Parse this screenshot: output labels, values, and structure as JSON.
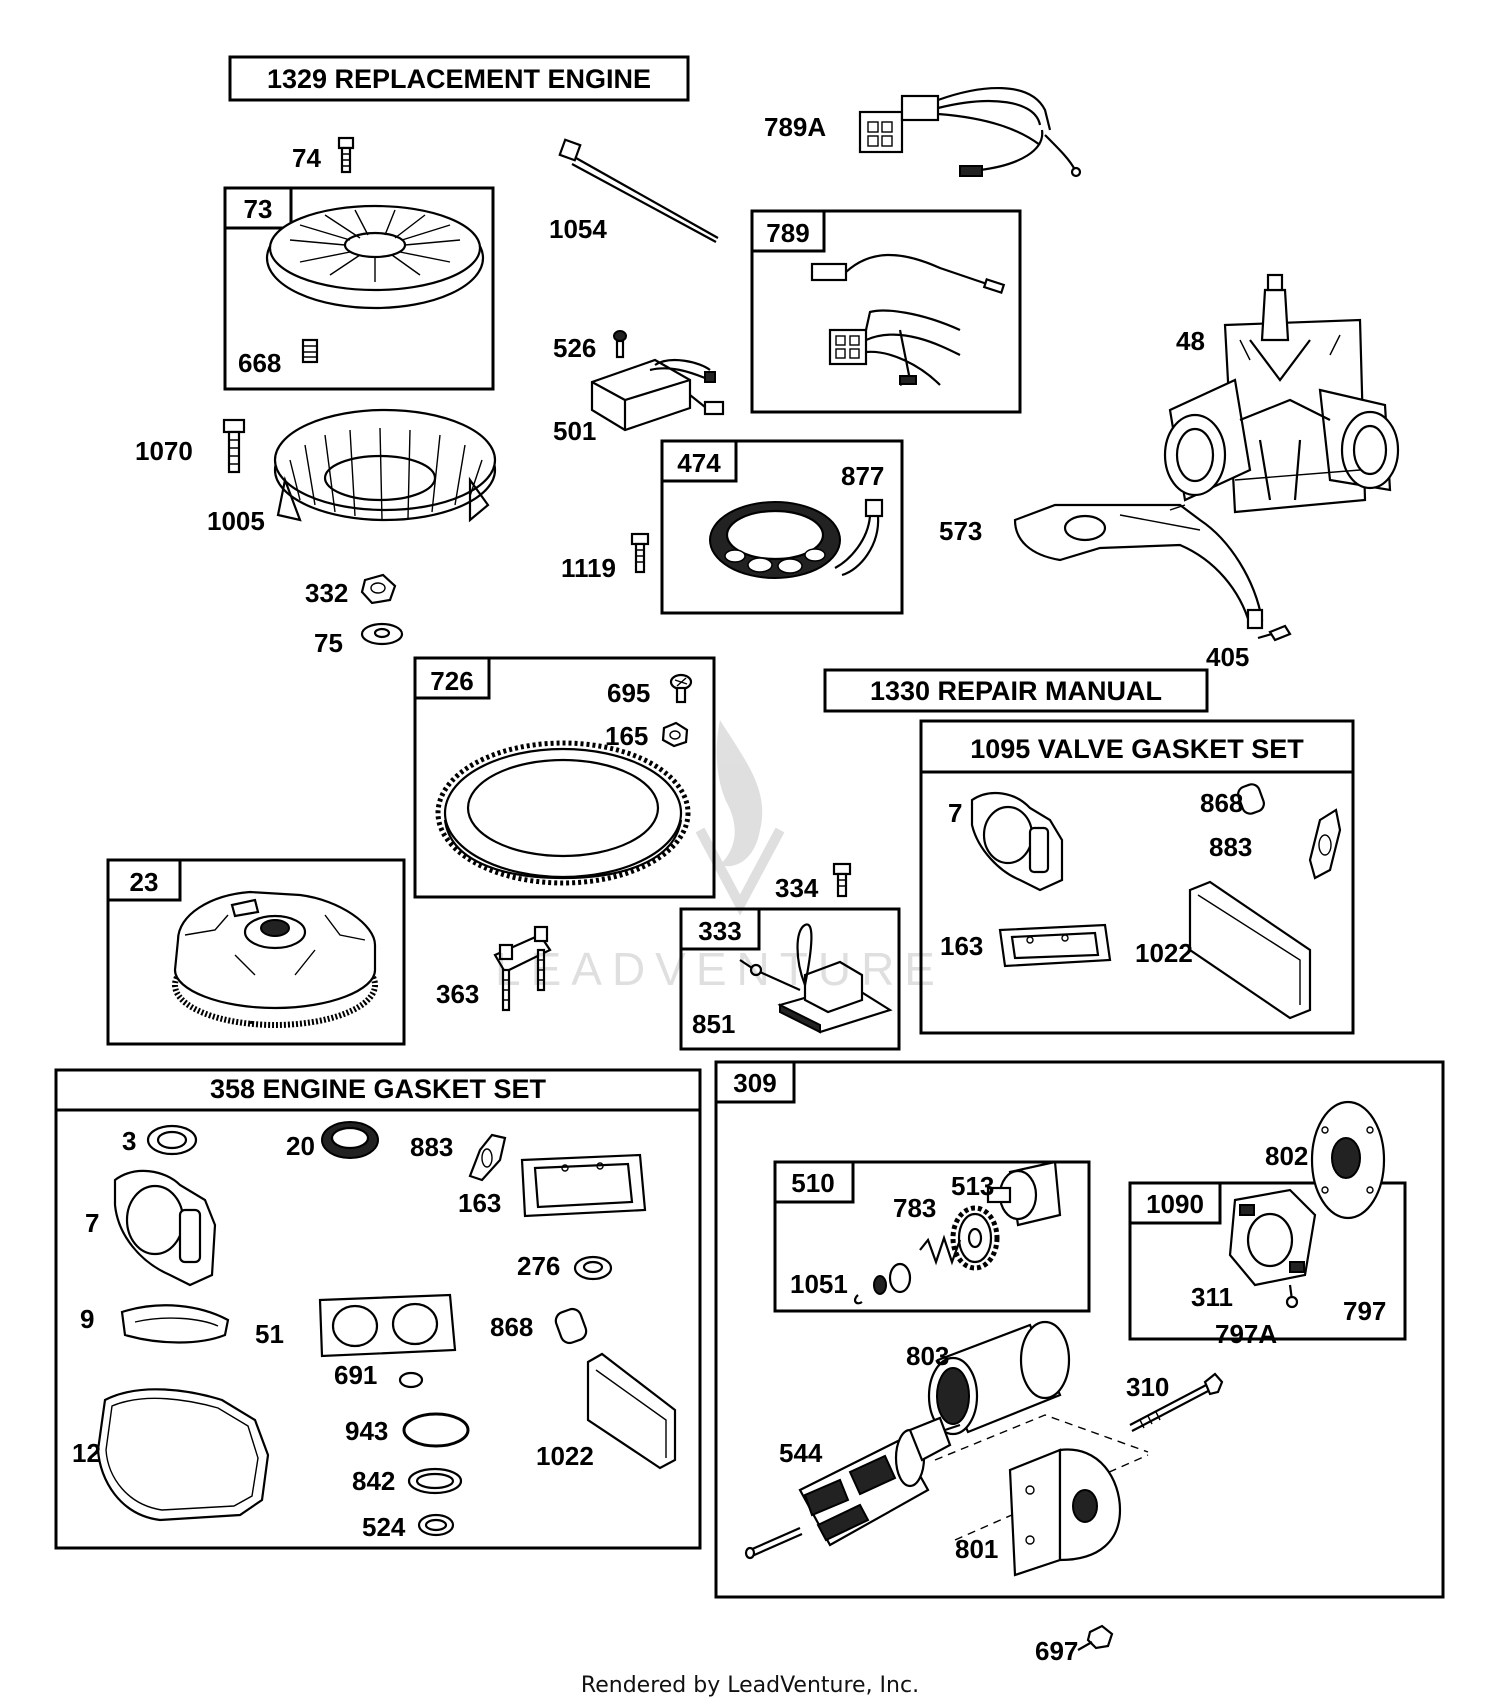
{
  "titles": {
    "replacement_engine": "1329 REPLACEMENT ENGINE",
    "repair_manual": "1330 REPAIR MANUAL",
    "valve_gasket_set": "1095 VALVE GASKET SET",
    "engine_gasket_set": "358 ENGINE GASKET SET"
  },
  "boxes": {
    "b73": "73",
    "b789": "789",
    "b474": "474",
    "b726": "726",
    "b23": "23",
    "b333": "333",
    "b309": "309",
    "b510": "510",
    "b1090": "1090"
  },
  "labels": {
    "p74": "74",
    "p668": "668",
    "p1070": "1070",
    "p1005": "1005",
    "p332": "332",
    "p75": "75",
    "p1054": "1054",
    "p789A": "789A",
    "p526": "526",
    "p501": "501",
    "p877": "877",
    "p1119": "1119",
    "p48": "48",
    "p573": "573",
    "p405": "405",
    "p695": "695",
    "p165": "165",
    "p334": "334",
    "p363": "363",
    "p851": "851",
    "v7": "7",
    "v868": "868",
    "v883": "883",
    "v163": "163",
    "v1022": "1022",
    "g3": "3",
    "g20": "20",
    "g883": "883",
    "g7": "7",
    "g163": "163",
    "g276": "276",
    "g9": "9",
    "g51": "51",
    "g868": "868",
    "g691": "691",
    "g12": "12",
    "g943": "943",
    "g1022": "1022",
    "g842": "842",
    "g524": "524",
    "s802": "802",
    "s783": "783",
    "s513": "513",
    "s1051": "1051",
    "s311": "311",
    "s797": "797",
    "s797A": "797A",
    "s803": "803",
    "s310": "310",
    "s544": "544",
    "s801": "801",
    "s697": "697"
  },
  "footer": "Rendered by LeadVenture, Inc."
}
